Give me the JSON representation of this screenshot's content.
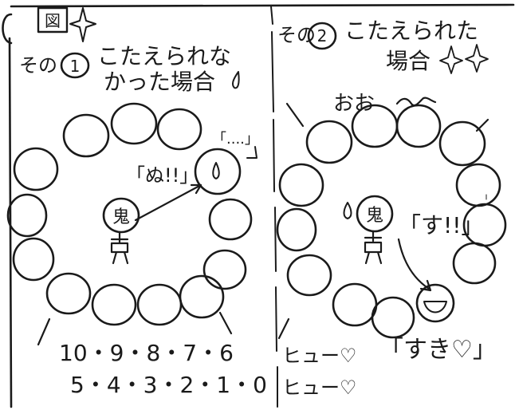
{
  "figure_label": "図",
  "panel_left": {
    "label_prefix": "その",
    "number": "1",
    "title_line1": "こたえられな",
    "title_line2": "かった場合",
    "speech_dots": "「....」",
    "speech_exclaim": "「ぬ!!」",
    "oni_label": "鬼",
    "countdown_line1": "10・9・8・7・6",
    "countdown_line2": "5・4・3・2・1・0"
  },
  "panel_right": {
    "label_prefix": "その",
    "number": "2",
    "title_line1": "こたえられた",
    "title_line2": "場合",
    "crowd_text": "おお",
    "speech_su": "「す!!」",
    "oni_label": "鬼",
    "speech_suki": "「すき♡」",
    "whistle_line1": "ヒュー♡",
    "whistle_line2": "ヒュー♡"
  },
  "colors": {
    "ink": "#1a1a1a",
    "paper": "#ffffff"
  }
}
